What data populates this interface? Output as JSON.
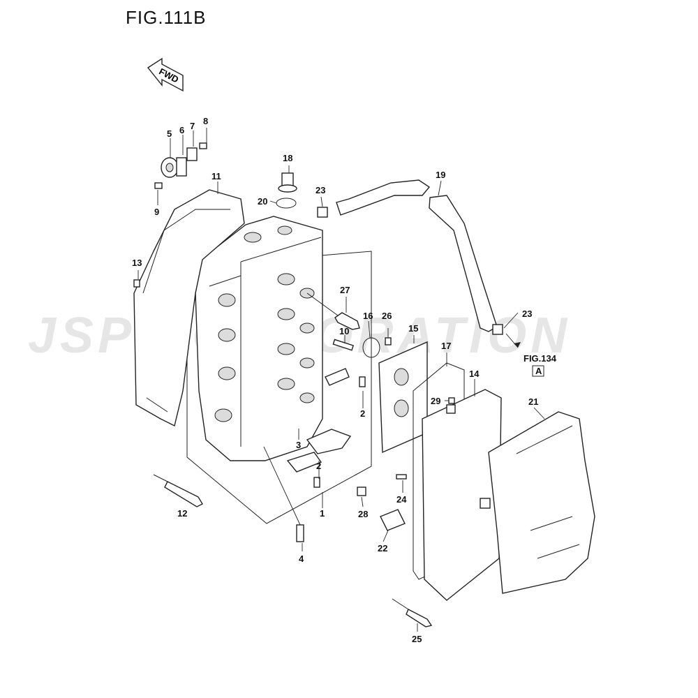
{
  "figure": {
    "title": "FIG.111B",
    "fwd_label": "FWD",
    "watermark": "JSP CORPORATION",
    "ref_figure": "FIG.134",
    "ref_box": "A"
  },
  "callouts": [
    "1",
    "2",
    "2",
    "3",
    "4",
    "5",
    "6",
    "7",
    "8",
    "9",
    "10",
    "11",
    "12",
    "13",
    "14",
    "15",
    "16",
    "17",
    "18",
    "19",
    "20",
    "21",
    "22",
    "23",
    "23",
    "24",
    "25",
    "26",
    "27",
    "28",
    "29"
  ],
  "colors": {
    "line": "#222222",
    "watermark": "#e6e6e6",
    "background": "#ffffff"
  }
}
